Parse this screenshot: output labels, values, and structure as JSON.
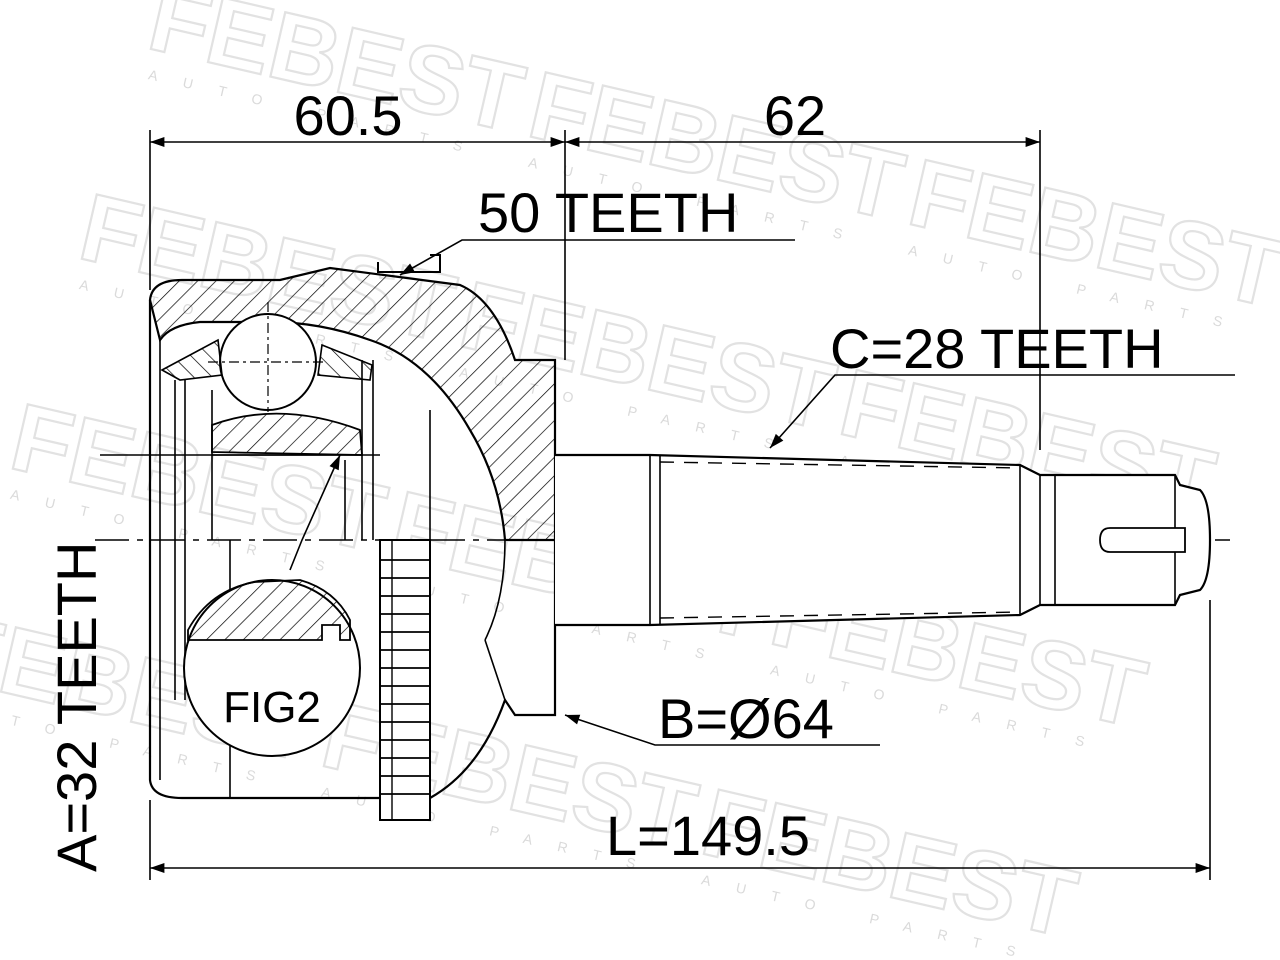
{
  "watermark": {
    "brand": "FEBEST",
    "tagline": "AUTO PARTS"
  },
  "dimensions": {
    "left_length": "60.5",
    "right_length": "62",
    "total_length": "L=149.5"
  },
  "callouts": {
    "abs_ring_teeth": "50 TEETH",
    "outer_spline": "C=28 TEETH",
    "seal_diameter": "B=Ø64",
    "inner_spline": "A=32 TEETH",
    "figure": "FIG2"
  }
}
